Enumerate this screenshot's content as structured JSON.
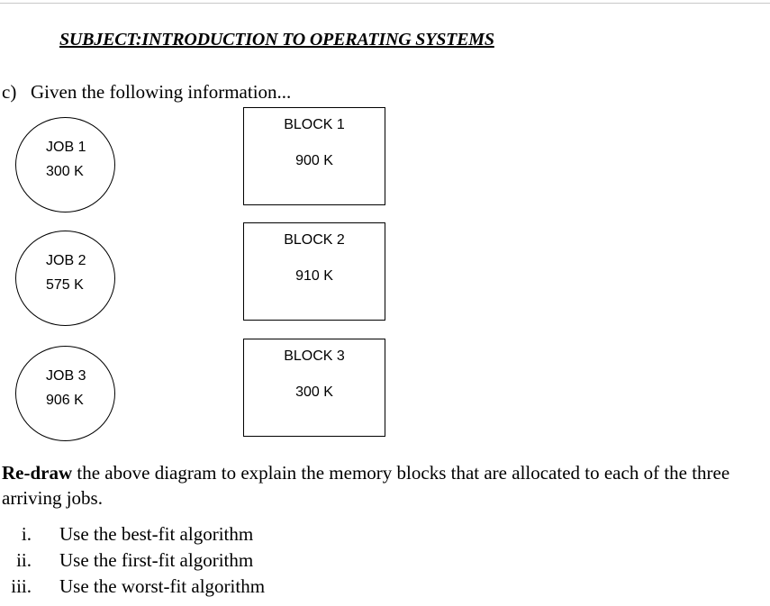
{
  "subject": "SUBJECT:INTRODUCTION TO OPERATING SYSTEMS",
  "question": {
    "label": "c)",
    "text": "Given the following information..."
  },
  "jobs": [
    {
      "name": "JOB 1",
      "size": "300 K"
    },
    {
      "name": "JOB 2",
      "size": "575 K"
    },
    {
      "name": "JOB 3",
      "size": "906 K"
    }
  ],
  "blocks": [
    {
      "name": "BLOCK 1",
      "size": "900 K"
    },
    {
      "name": "BLOCK 2",
      "size": "910 K"
    },
    {
      "name": "BLOCK 3",
      "size": "300 K"
    }
  ],
  "instruction": {
    "bold": "Re-draw",
    "rest": " the above diagram to explain the memory blocks that are allocated to each of the three arriving jobs."
  },
  "algorithms": [
    {
      "num": "i.",
      "text": "Use the best-fit algorithm"
    },
    {
      "num": "ii.",
      "text": "Use the first-fit algorithm"
    },
    {
      "num": "iii.",
      "text": "Use the worst-fit algorithm"
    }
  ]
}
